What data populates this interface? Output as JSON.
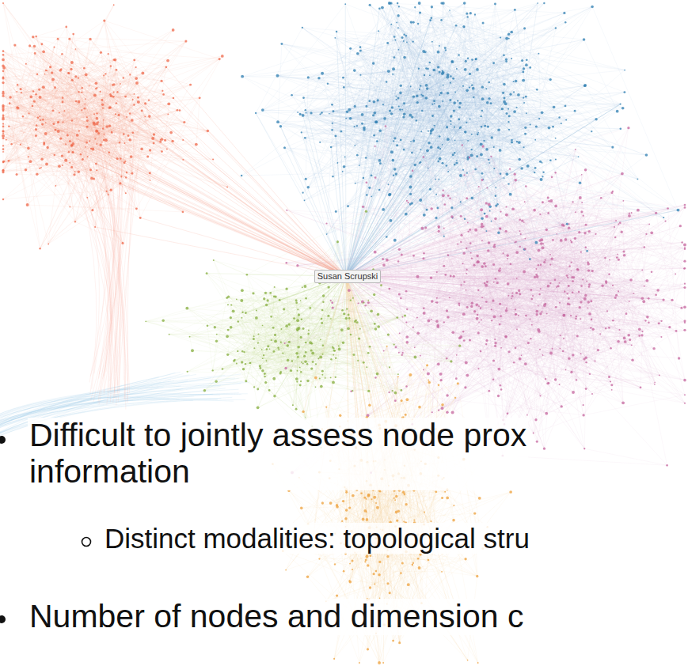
{
  "diagram": {
    "nodes": [
      {
        "text": [
          "Susan Scrupski"
        ]
      }
    ],
    "labels": [
      "Difficult to jointly assess node prox information",
      "Distinct modalities: topological stru",
      "Number of nodes and dimension c"
    ]
  }
}
